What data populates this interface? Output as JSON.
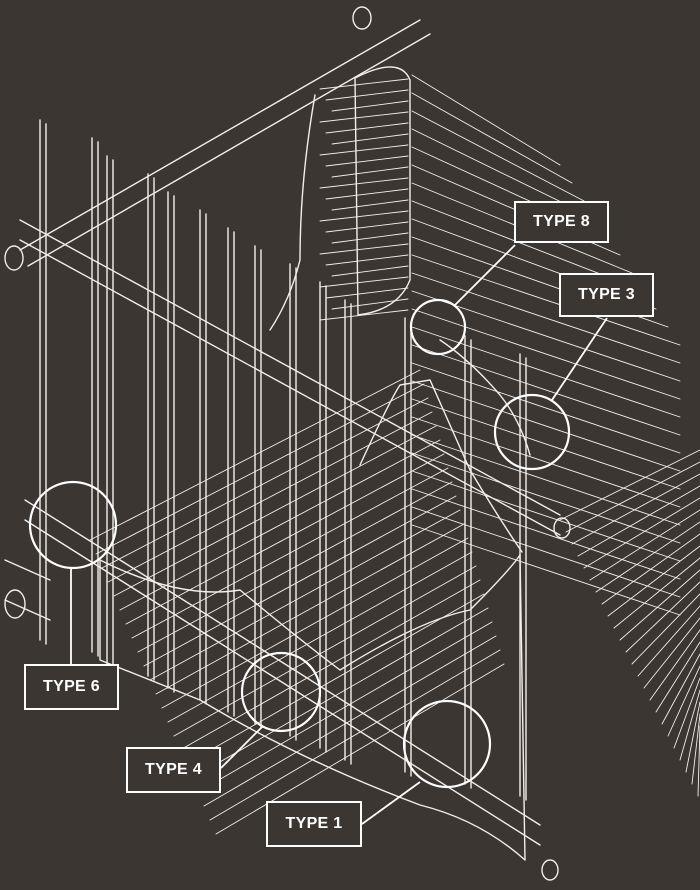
{
  "colors": {
    "background": "#3b3632",
    "linework": "#f2efe9",
    "callout": "#ffffff"
  },
  "callouts": [
    {
      "id": "type-8",
      "label": "TYPE 8"
    },
    {
      "id": "type-3",
      "label": "TYPE 3"
    },
    {
      "id": "type-6",
      "label": "TYPE 6"
    },
    {
      "id": "type-4",
      "label": "TYPE 4"
    },
    {
      "id": "type-1",
      "label": "TYPE 1"
    }
  ]
}
